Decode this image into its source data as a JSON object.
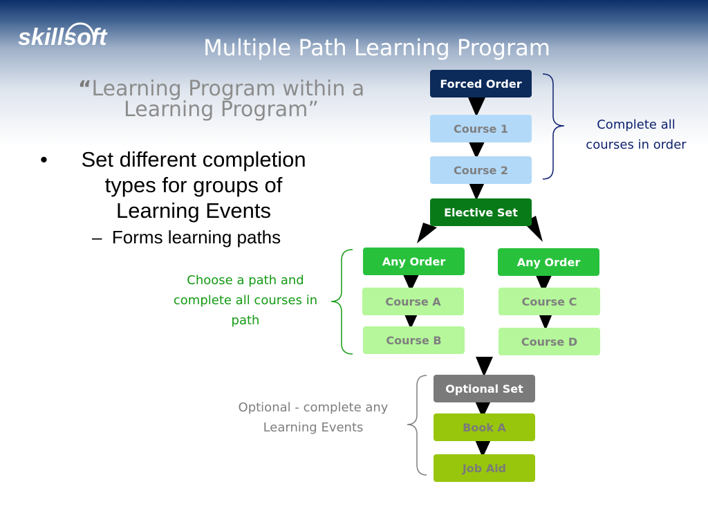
{
  "brand": {
    "logo_text": "skillsoft"
  },
  "slide": {
    "title": "Multiple Path Learning Program",
    "subtitle_open_quote": "“",
    "subtitle_text": "Learning Program within a Learning Program”",
    "bullet_marker": "•",
    "bullet_text": "Set different completion types for groups of Learning Events",
    "subbullet_marker": "–",
    "subbullet_text": "Forms learning paths"
  },
  "notes": {
    "forced": "Complete all courses in order",
    "paths": "Choose a path and complete all courses in path",
    "optional": "Optional - complete any Learning Events"
  },
  "diagram": {
    "forced_order": "Forced Order",
    "course_1": "Course 1",
    "course_2": "Course 2",
    "elective_set": "Elective Set",
    "path_left": {
      "header": "Any Order",
      "course_a": "Course A",
      "course_b": "Course B"
    },
    "path_right": {
      "header": "Any Order",
      "course_c": "Course C",
      "course_d": "Course D"
    },
    "optional_set": "Optional Set",
    "book_a": "Book A",
    "job_aid": "Job Aid"
  },
  "colors": {
    "navy": "#0c2a5a",
    "light_blue": "#b2d9f8",
    "dark_green": "#097a18",
    "green": "#28c13c",
    "light_green": "#b5f79a",
    "gray": "#7a7a7a",
    "olive": "#98c60d",
    "note_blue": "#0d1f6e",
    "note_green": "#139a13"
  }
}
